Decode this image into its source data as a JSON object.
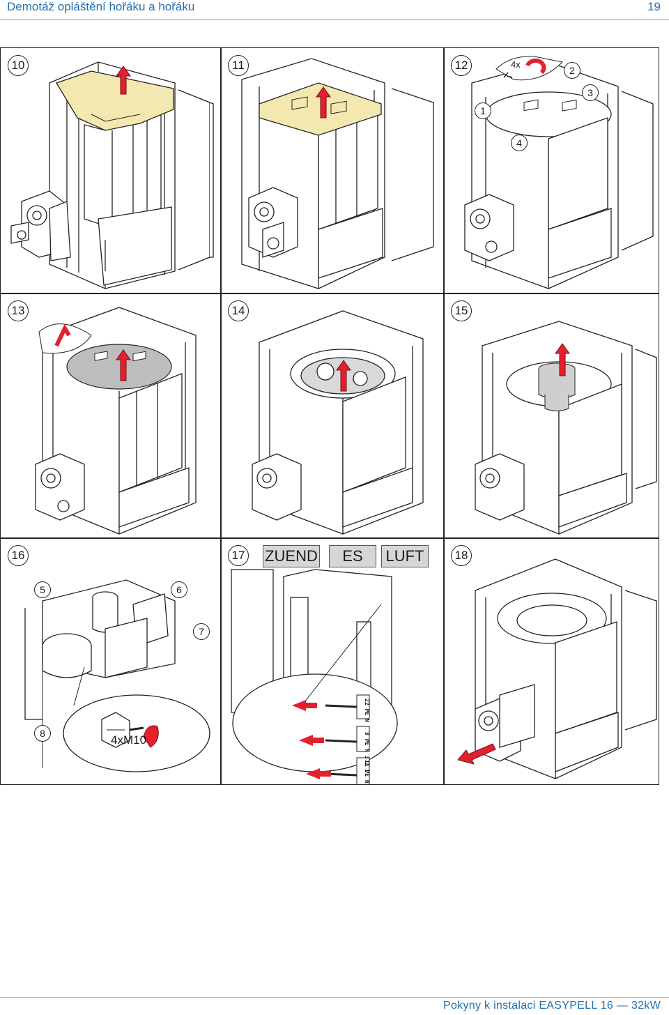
{
  "header": {
    "title": "Demotáž opláštění hořáku a hořáku",
    "page_number": "19"
  },
  "footer": {
    "text": "Pokyny k instalaci EASYPELL 16 — 32kW"
  },
  "steps": [
    "10",
    "11",
    "12",
    "13",
    "14",
    "15",
    "16",
    "17",
    "18"
  ],
  "panel12_callouts": [
    "1",
    "2",
    "3",
    "4",
    "4x"
  ],
  "panel16_callouts": [
    "5",
    "6",
    "7",
    "8"
  ],
  "panel16_bolt_label": "4xM10",
  "panel17_connectors": [
    "ZUEND",
    "ES",
    "LUFT"
  ],
  "panel17_plug_labels": [
    "22 PE N",
    "8 PE N 3 2 1",
    "11 PE N"
  ],
  "colors": {
    "accent_red": "#e4202e",
    "lid_yellow": "#f3e8b0",
    "header_blue": "#1f6fb2"
  }
}
